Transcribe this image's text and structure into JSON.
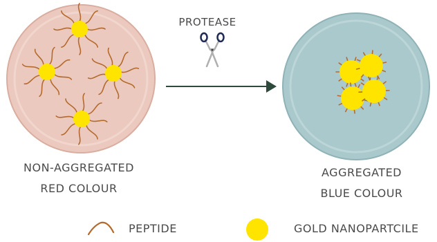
{
  "protease_label": "PROTEASE",
  "left_caption": [
    "NON-AGGREGATED",
    "RED COLOUR"
  ],
  "right_caption": [
    "AGGREGATED",
    "BLUE COLOUR"
  ],
  "legend": {
    "peptide_label": "PEPTIDE",
    "gold_label": "GOLD NANOPARTCILE"
  },
  "colors": {
    "left_dish": "#ecc9be",
    "left_dish_edge": "#d9ad9f",
    "right_dish": "#aac9cc",
    "right_dish_edge": "#8fb2b6",
    "gold": "#ffe400",
    "peptide": "#b46a2c",
    "arrow": "#2e4a3c",
    "scissors_handle": "#1f2a55",
    "scissors_blade": "#b0b0b0"
  },
  "icons": {
    "scissors": "scissors-icon",
    "arrow": "right-arrow-icon",
    "peptide": "peptide-squiggle-icon",
    "gold": "gold-nanoparticle-icon"
  }
}
